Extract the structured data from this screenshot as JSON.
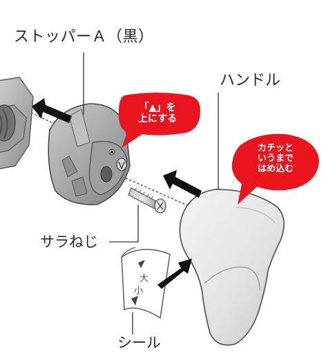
{
  "labels": {
    "stopper": "ストッパーＡ（黒）",
    "handle": "ハンドル",
    "screw": "サラねじ",
    "seal": "シール"
  },
  "bubbles": {
    "orient": {
      "line1": "「▲」を",
      "line2": "上にする"
    },
    "snap": {
      "line1": "カチッと",
      "line2": "いうまで",
      "line3": "はめ込む"
    }
  },
  "seal_marks": {
    "large": "大",
    "small": "小"
  },
  "colors": {
    "bubble": "#e8141e",
    "arrow": "#111111",
    "line": "#333333"
  }
}
